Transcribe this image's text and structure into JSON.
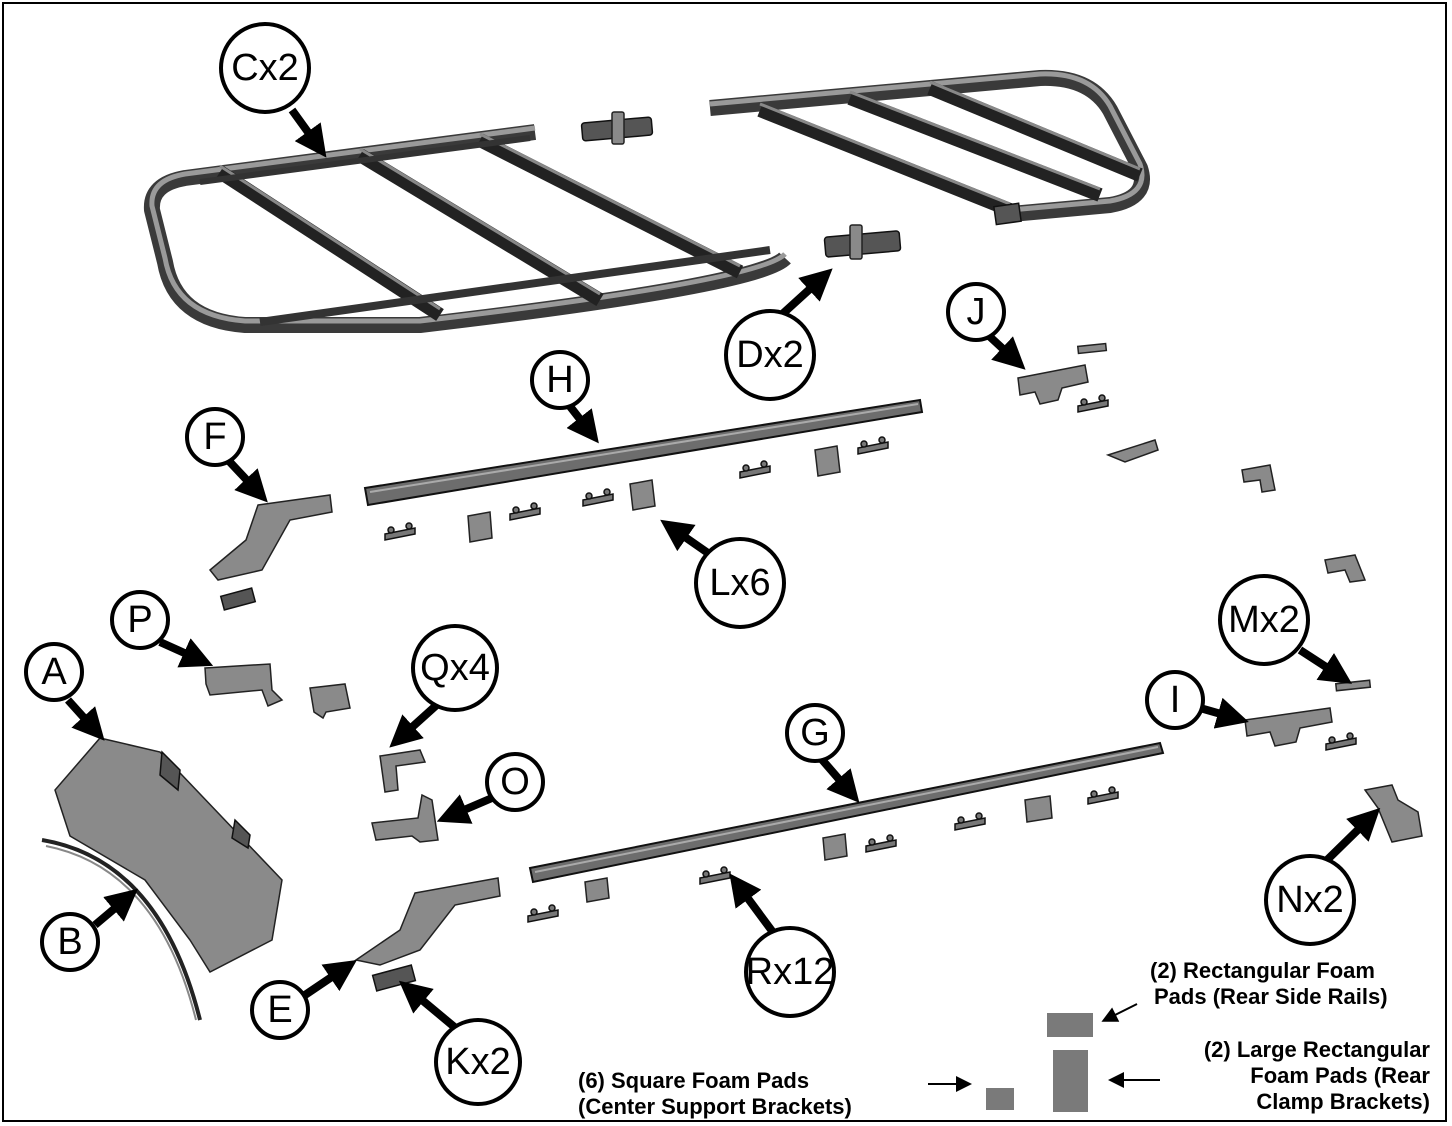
{
  "callouts": {
    "cx2": "Cx2",
    "dx2": "Dx2",
    "j": "J",
    "h": "H",
    "f": "F",
    "lx6": "Lx6",
    "p": "P",
    "a": "A",
    "qx4": "Qx4",
    "mx2": "Mx2",
    "i": "I",
    "g": "G",
    "o": "O",
    "b": "B",
    "e": "E",
    "kx2": "Kx2",
    "rx12": "Rx12",
    "nx2": "Nx2"
  },
  "notes": {
    "rect_foam_line1": "(2) Rectangular Foam",
    "rect_foam_line2": "Pads (Rear Side Rails)",
    "large_foam_line1": "(2) Large Rectangular",
    "large_foam_line2": "Foam Pads (Rear",
    "large_foam_line3": "Clamp Brackets)",
    "square_foam_line1": "(6) Square Foam Pads",
    "square_foam_line2": "(Center Support Brackets)"
  },
  "colors": {
    "line": "#000000",
    "part_fill": "#8a8a8a",
    "foam_fill": "#7a7a7a",
    "background": "#ffffff"
  }
}
